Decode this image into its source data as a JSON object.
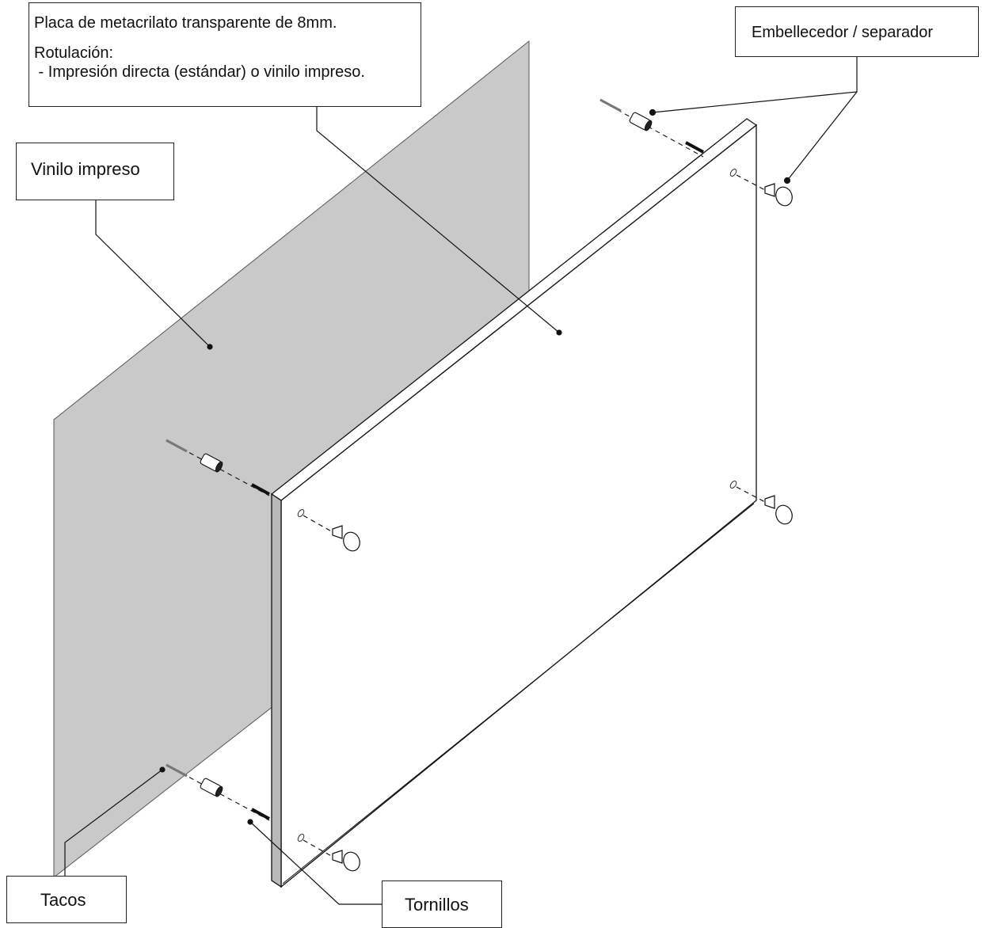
{
  "diagram": {
    "callouts": {
      "placa": {
        "line1": "Placa de metacrilato transparente de 8mm.",
        "line2": "Rotulación:",
        "line3": " - Impresión directa (estándar) o vinilo impreso."
      },
      "vinilo": "Vinilo impreso",
      "embellecedor": "Embellecedor / separador",
      "tacos": "Tacos",
      "tornillos": "Tornillos"
    },
    "colors": {
      "vinyl_fill": "#c9c9c9",
      "edge_fill": "#b9b9b9",
      "line": "#111111",
      "background": "#ffffff"
    }
  }
}
